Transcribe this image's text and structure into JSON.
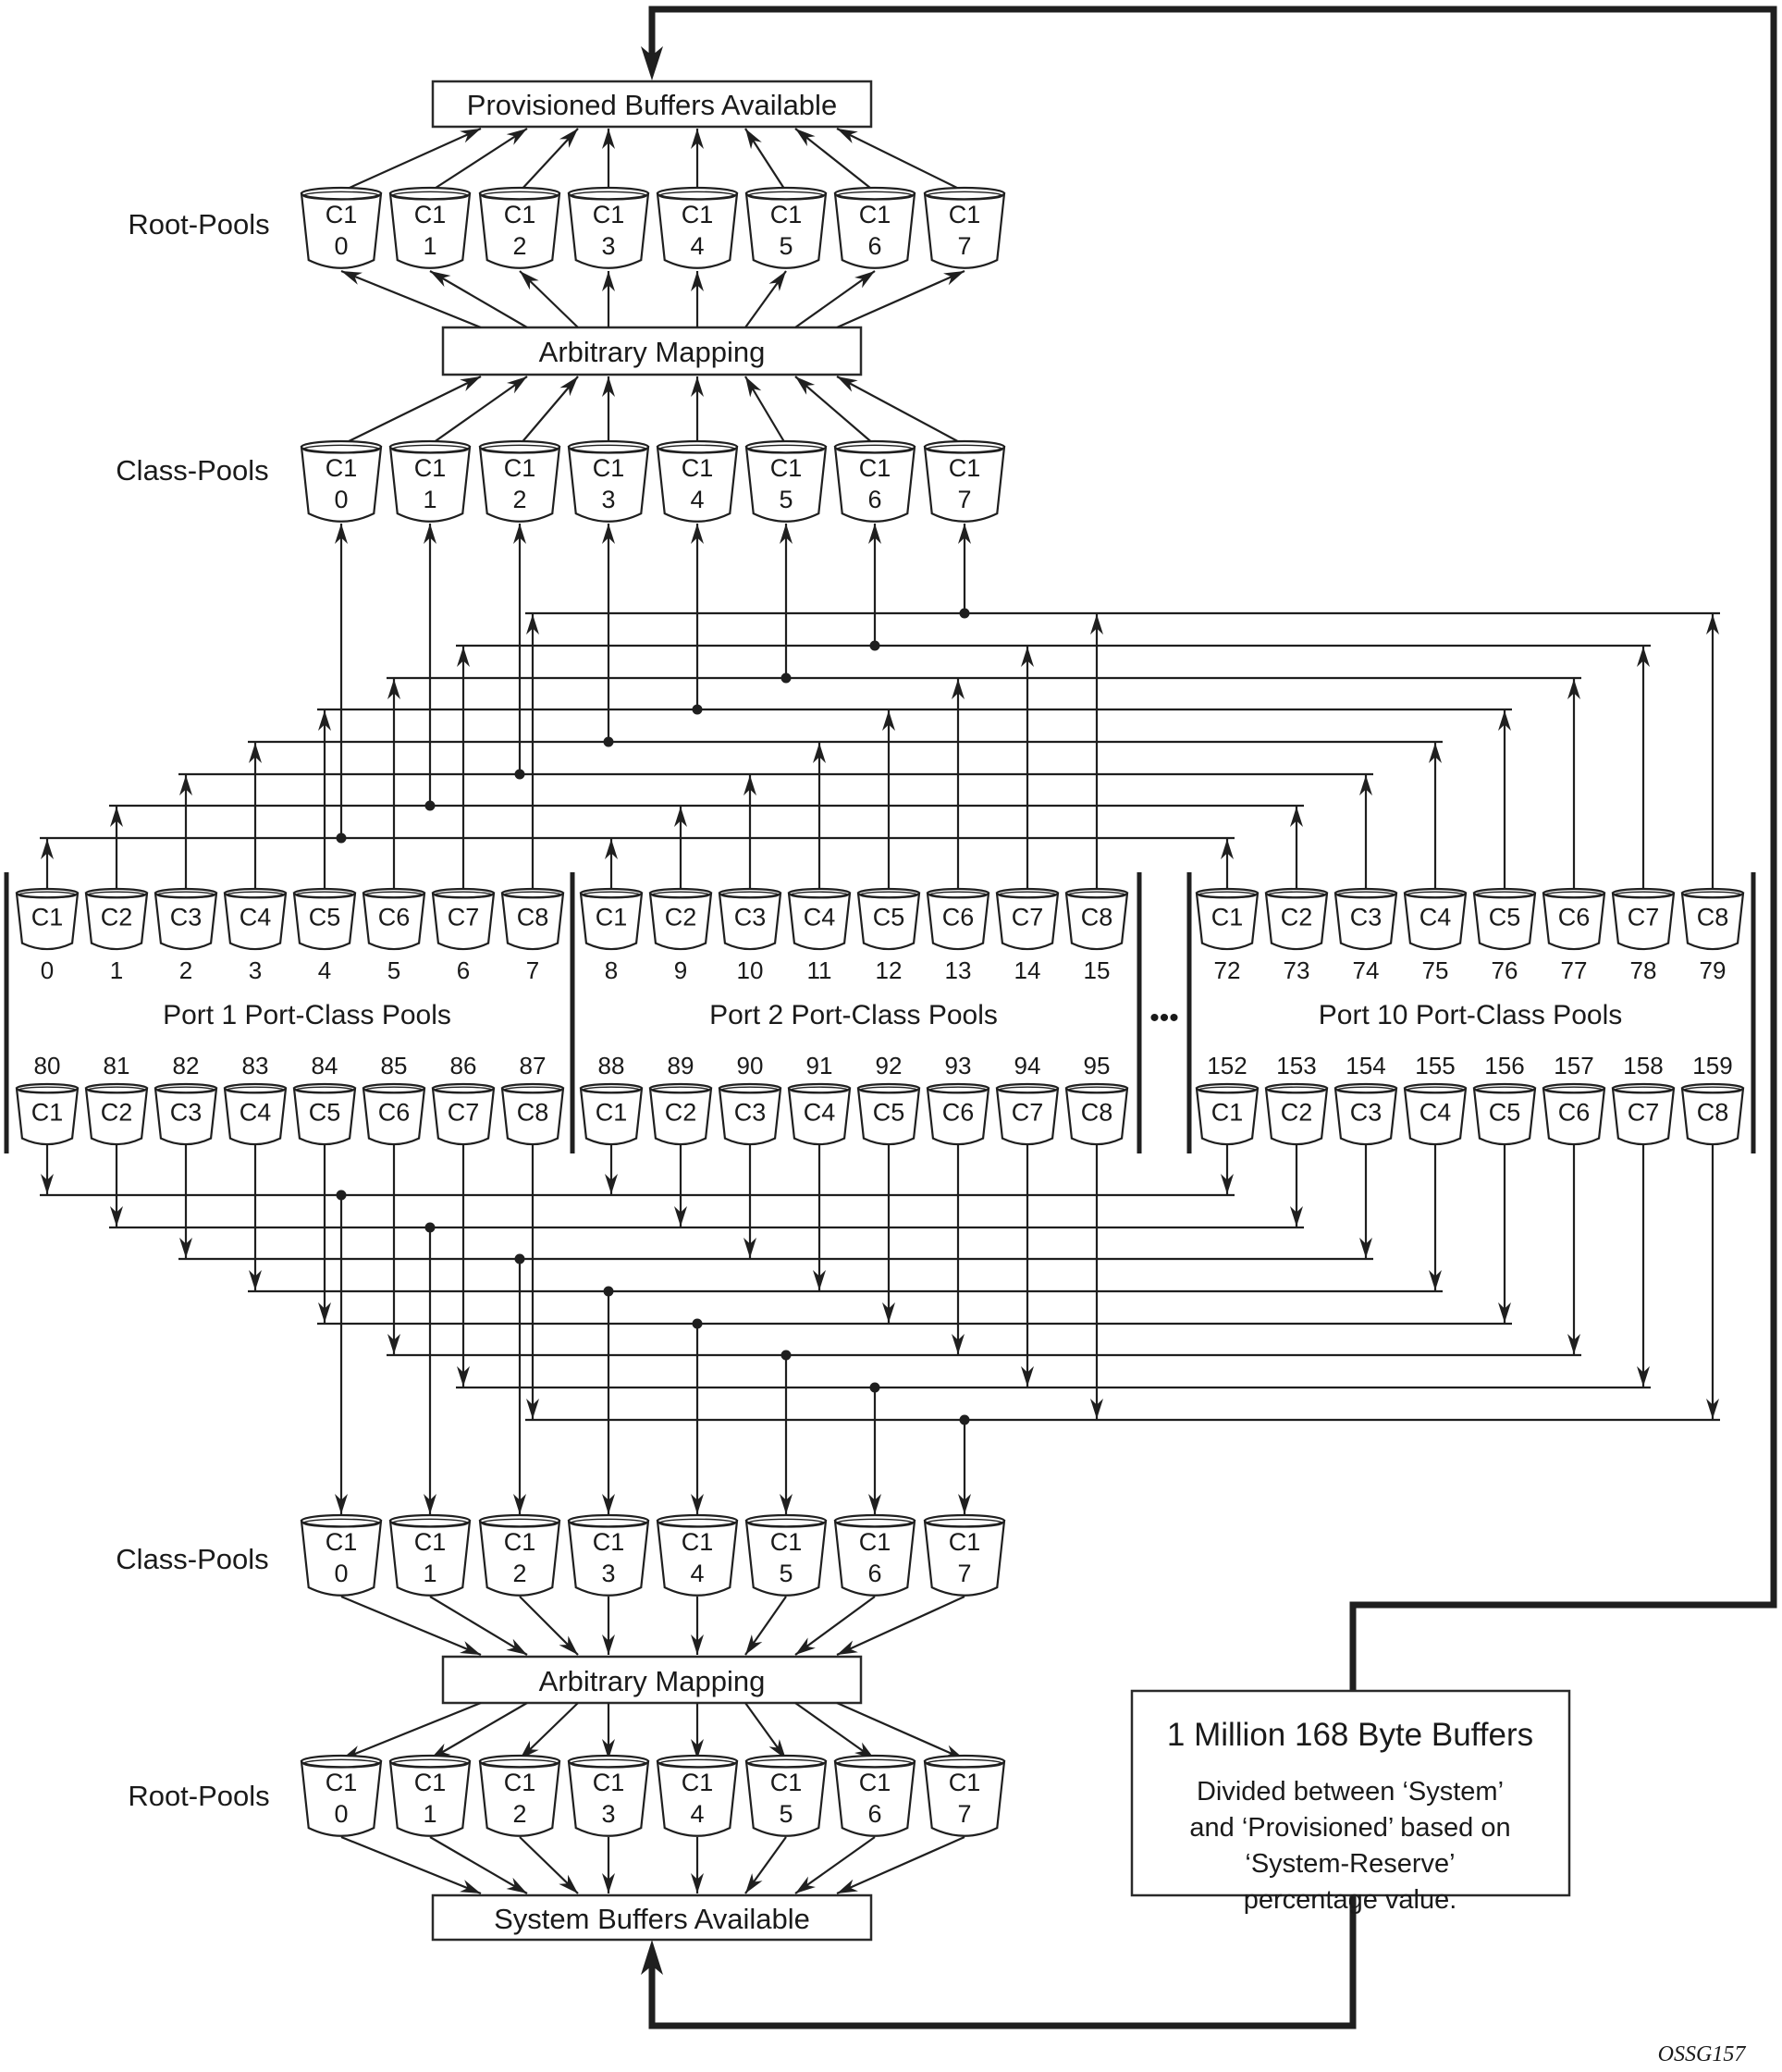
{
  "diagram": {
    "provisioned_box": "Provisioned Buffers Available",
    "system_box": "System Buffers Available",
    "arbitrary_mapping_top": "Arbitrary Mapping",
    "arbitrary_mapping_bottom": "Arbitrary Mapping",
    "labels": {
      "root_pools_top": "Root-Pools",
      "class_pools_top": "Class-Pools",
      "class_pools_bottom": "Class-Pools",
      "root_pools_bottom": "Root-Pools"
    },
    "pools_top_line": "C1",
    "pool_ids": [
      "0",
      "1",
      "2",
      "3",
      "4",
      "5",
      "6",
      "7"
    ],
    "ports": [
      {
        "title": "Port 1 Port-Class Pools",
        "classes": [
          "C1",
          "C2",
          "C3",
          "C4",
          "C5",
          "C6",
          "C7",
          "C8"
        ],
        "ingress_ids": [
          "0",
          "1",
          "2",
          "3",
          "4",
          "5",
          "6",
          "7"
        ],
        "egress_ids": [
          "80",
          "81",
          "82",
          "83",
          "84",
          "85",
          "86",
          "87"
        ]
      },
      {
        "title": "Port 2 Port-Class Pools",
        "classes": [
          "C1",
          "C2",
          "C3",
          "C4",
          "C5",
          "C6",
          "C7",
          "C8"
        ],
        "ingress_ids": [
          "8",
          "9",
          "10",
          "11",
          "12",
          "13",
          "14",
          "15"
        ],
        "egress_ids": [
          "88",
          "89",
          "90",
          "91",
          "92",
          "93",
          "94",
          "95"
        ]
      },
      {
        "title": "Port 10 Port-Class Pools",
        "classes": [
          "C1",
          "C2",
          "C3",
          "C4",
          "C5",
          "C6",
          "C7",
          "C8"
        ],
        "ingress_ids": [
          "72",
          "73",
          "74",
          "75",
          "76",
          "77",
          "78",
          "79"
        ],
        "egress_ids": [
          "152",
          "153",
          "154",
          "155",
          "156",
          "157",
          "158",
          "159"
        ]
      }
    ],
    "ellipsis": "•••",
    "million_box": {
      "title": "1 Million 168 Byte Buffers",
      "body": [
        "Divided between ‘System’",
        "and ‘Provisioned’ based on",
        "‘System-Reserve’",
        "percentage value."
      ]
    },
    "figure_id": "OSSG157"
  }
}
